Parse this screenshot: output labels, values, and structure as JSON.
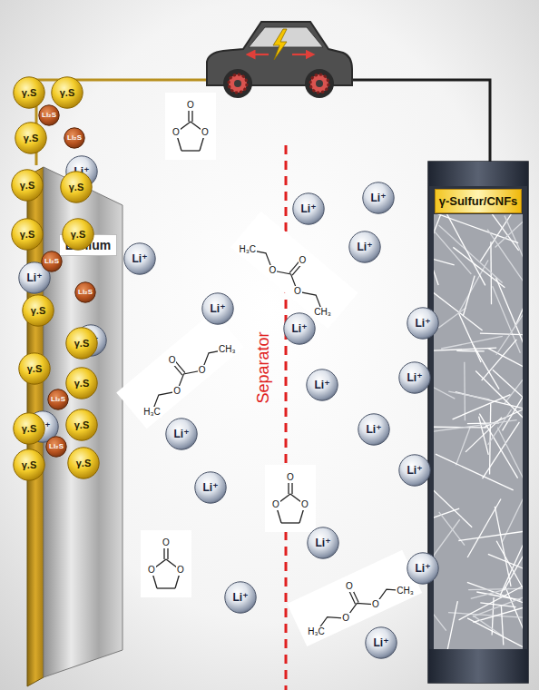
{
  "diagram": {
    "nodes": [
      {
        "text": [
          "Lithium"
        ]
      },
      {
        "text": [
          "γ-Sulfur/CNFs"
        ]
      },
      {
        "text": [
          "Li⁺"
        ]
      },
      {
        "text": [
          "Li⁺"
        ]
      },
      {
        "text": [
          "Li⁺"
        ]
      },
      {
        "text": [
          "Li⁺"
        ]
      },
      {
        "text": [
          "Li⁺"
        ]
      },
      {
        "text": [
          "Li⁺"
        ]
      },
      {
        "text": [
          "Li⁺"
        ],
        "in": 0
      },
      {
        "text": [
          "Li⁺"
        ]
      },
      {
        "text": [
          "Li⁺"
        ]
      },
      {
        "text": [
          "Li⁺"
        ]
      },
      {
        "text": [
          "Li⁺"
        ]
      },
      {
        "text": [
          "Li⁺"
        ],
        "in": 0
      },
      {
        "text": [
          "Li⁺"
        ]
      },
      {
        "text": [
          "Li⁺"
        ]
      },
      {
        "text": [
          "Li⁺"
        ]
      },
      {
        "text": [
          "Li⁺"
        ],
        "in": 0
      },
      {
        "text": [
          "Li⁺"
        ]
      },
      {
        "text": [
          "Li⁺"
        ]
      },
      {
        "text": [
          "Li⁺"
        ],
        "in": 0
      },
      {
        "text": [
          "Li⁺"
        ]
      },
      {
        "text": [
          "Li⁺"
        ]
      },
      {
        "text": [
          "γ.S"
        ],
        "in": 1
      },
      {
        "text": [
          "γ.S"
        ],
        "in": 1
      },
      {
        "text": [
          "γ.S"
        ],
        "in": 1
      },
      {
        "text": [
          "γ.S"
        ],
        "in": 1
      },
      {
        "text": [
          "γ.S"
        ],
        "in": 1
      },
      {
        "text": [
          "γ.S"
        ],
        "in": 1
      },
      {
        "text": [
          "γ.S"
        ],
        "in": 1
      },
      {
        "text": [
          "γ.S"
        ],
        "in": 1
      },
      {
        "text": [
          "γ.S"
        ],
        "in": 1
      },
      {
        "text": [
          "γ.S"
        ],
        "in": 1
      },
      {
        "text": [
          "γ.S"
        ],
        "in": 1
      },
      {
        "text": [
          "γ.S"
        ],
        "in": 1
      },
      {
        "text": [
          "γ.S"
        ],
        "in": 1
      },
      {
        "text": [
          "γ.S"
        ],
        "in": 1
      },
      {
        "text": [
          "γ.S"
        ],
        "in": 1
      },
      {
        "text": [
          "Li₂S"
        ],
        "in": 1
      },
      {
        "text": [
          "Li₂S"
        ],
        "in": 1
      },
      {
        "text": [
          "Li₂S"
        ],
        "in": 1
      },
      {
        "text": [
          "Li₂S"
        ],
        "in": 1
      },
      {
        "text": [
          "Li₂S"
        ],
        "in": 1
      },
      {
        "text": [
          "Li₂S"
        ],
        "in": 1
      }
    ],
    "labels": [
      "Separator",
      "O",
      "O",
      "O",
      "H₃C",
      "O",
      "O",
      "O",
      "CH₃",
      "H₃C",
      "O",
      "O",
      "O",
      "CH₃",
      "O",
      "O",
      "O",
      "O",
      "O",
      "O",
      "H₃C",
      "O",
      "O",
      "O",
      "CH₃"
    ]
  }
}
